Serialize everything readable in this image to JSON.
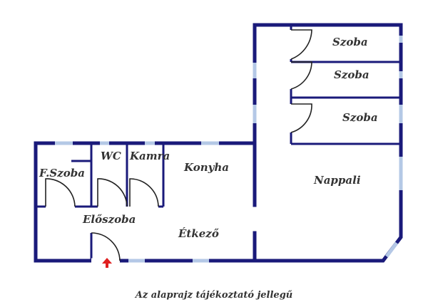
{
  "rooms": {
    "szoba1": "Szoba",
    "szoba2": "Szoba",
    "szoba3": "Szoba",
    "nappali": "Nappali",
    "fszoba": "F.Szoba",
    "wc": "WC",
    "kamra": "Kamra",
    "konyha": "Konyha",
    "eloszoba": "Előszoba",
    "etkezo": "Étkező"
  },
  "caption": "Az alaprajz tájékoztató jellegű",
  "colors": {
    "wall": "#1a1a7a",
    "window": "#b4c8e6",
    "entrance_arrow": "#e02020"
  }
}
